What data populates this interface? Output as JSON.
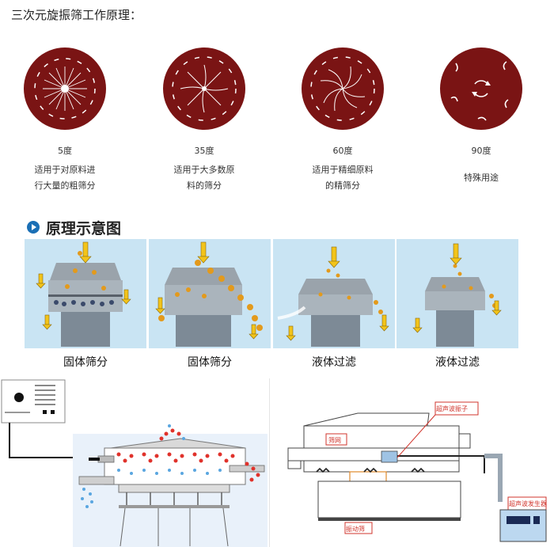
{
  "title": "三次元旋振筛工作原理：",
  "discs": [
    {
      "angle": "5度",
      "desc_line1": "适用于对原料进",
      "desc_line2": "行大量的粗筛分"
    },
    {
      "angle": "35度",
      "desc_line1": "适用于大多数原",
      "desc_line2": "料的筛分"
    },
    {
      "angle": "60度",
      "desc_line1": "适用于精细原料",
      "desc_line2": "的精筛分"
    },
    {
      "angle": "90度",
      "desc_line1": "特殊用途",
      "desc_line2": ""
    }
  ],
  "section_heading": "原理示意图",
  "panels": [
    {
      "label": "固体筛分"
    },
    {
      "label": "固体筛分"
    },
    {
      "label": "液体过滤"
    },
    {
      "label": "液体过滤"
    }
  ],
  "right_diagram": {
    "mesh_label": "筛网",
    "transducer_label": "超声波振子",
    "generator_label": "超声波发生器",
    "vibration_label": "振动筛"
  },
  "colors": {
    "disc": "#7a1414",
    "arrow": "#ffffff",
    "panel_bg": "#b9dbee",
    "particle": "#e39a1c",
    "red_dot": "#e0322b",
    "blue_dot": "#5aa6e0",
    "callout": "#d0342c"
  }
}
